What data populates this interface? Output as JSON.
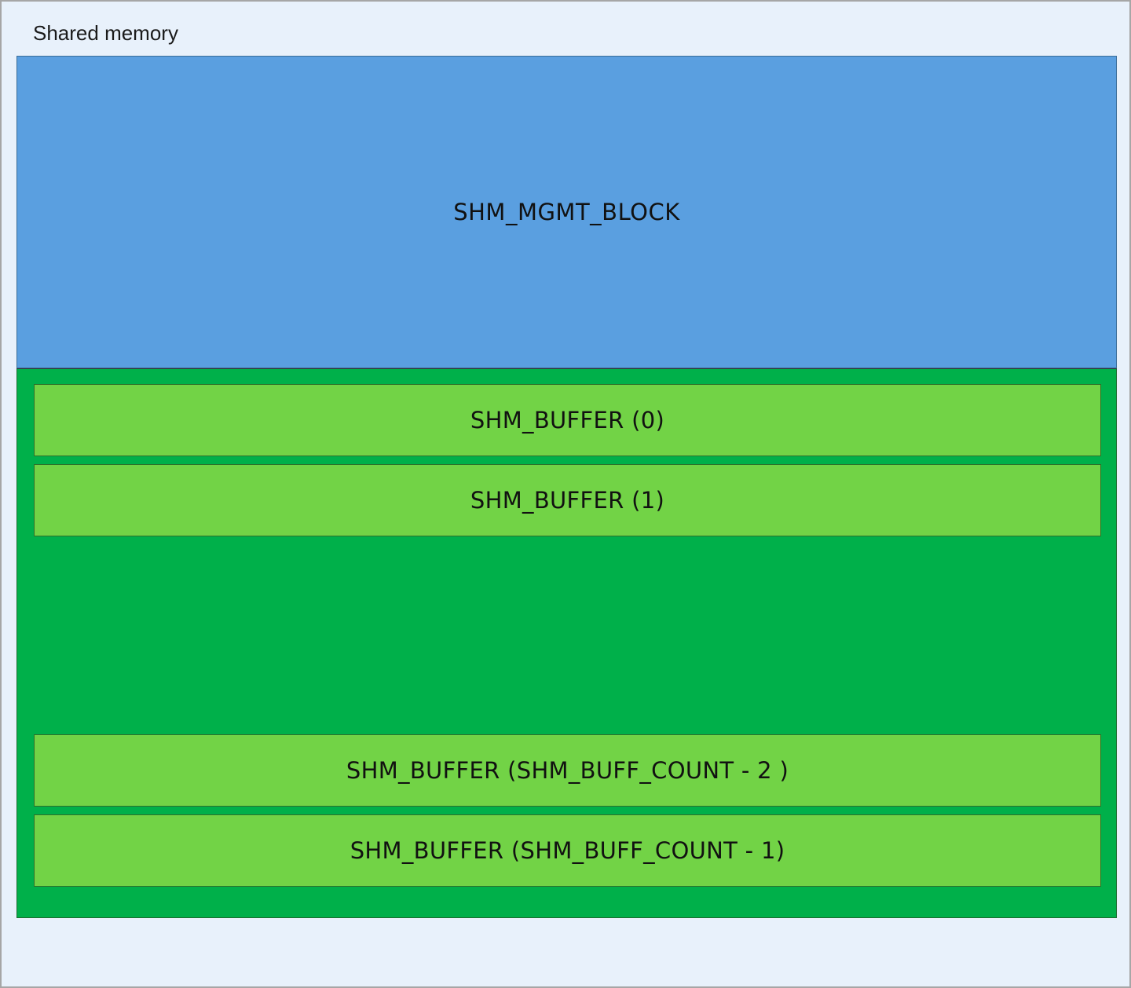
{
  "diagram": {
    "container_label": "Shared memory",
    "mgmt_block": {
      "label": "SHM_MGMT_BLOCK",
      "color": "#5a9fe0"
    },
    "buffer_region": {
      "color": "#00b04a"
    },
    "buffers": [
      {
        "label": "SHM_BUFFER (0)"
      },
      {
        "label": "SHM_BUFFER (1)"
      },
      {
        "label": "SHM_BUFFER (SHM_BUFF_COUNT - 2 )"
      },
      {
        "label": "SHM_BUFFER (SHM_BUFF_COUNT - 1)"
      }
    ],
    "buffer_color": "#72d346"
  }
}
